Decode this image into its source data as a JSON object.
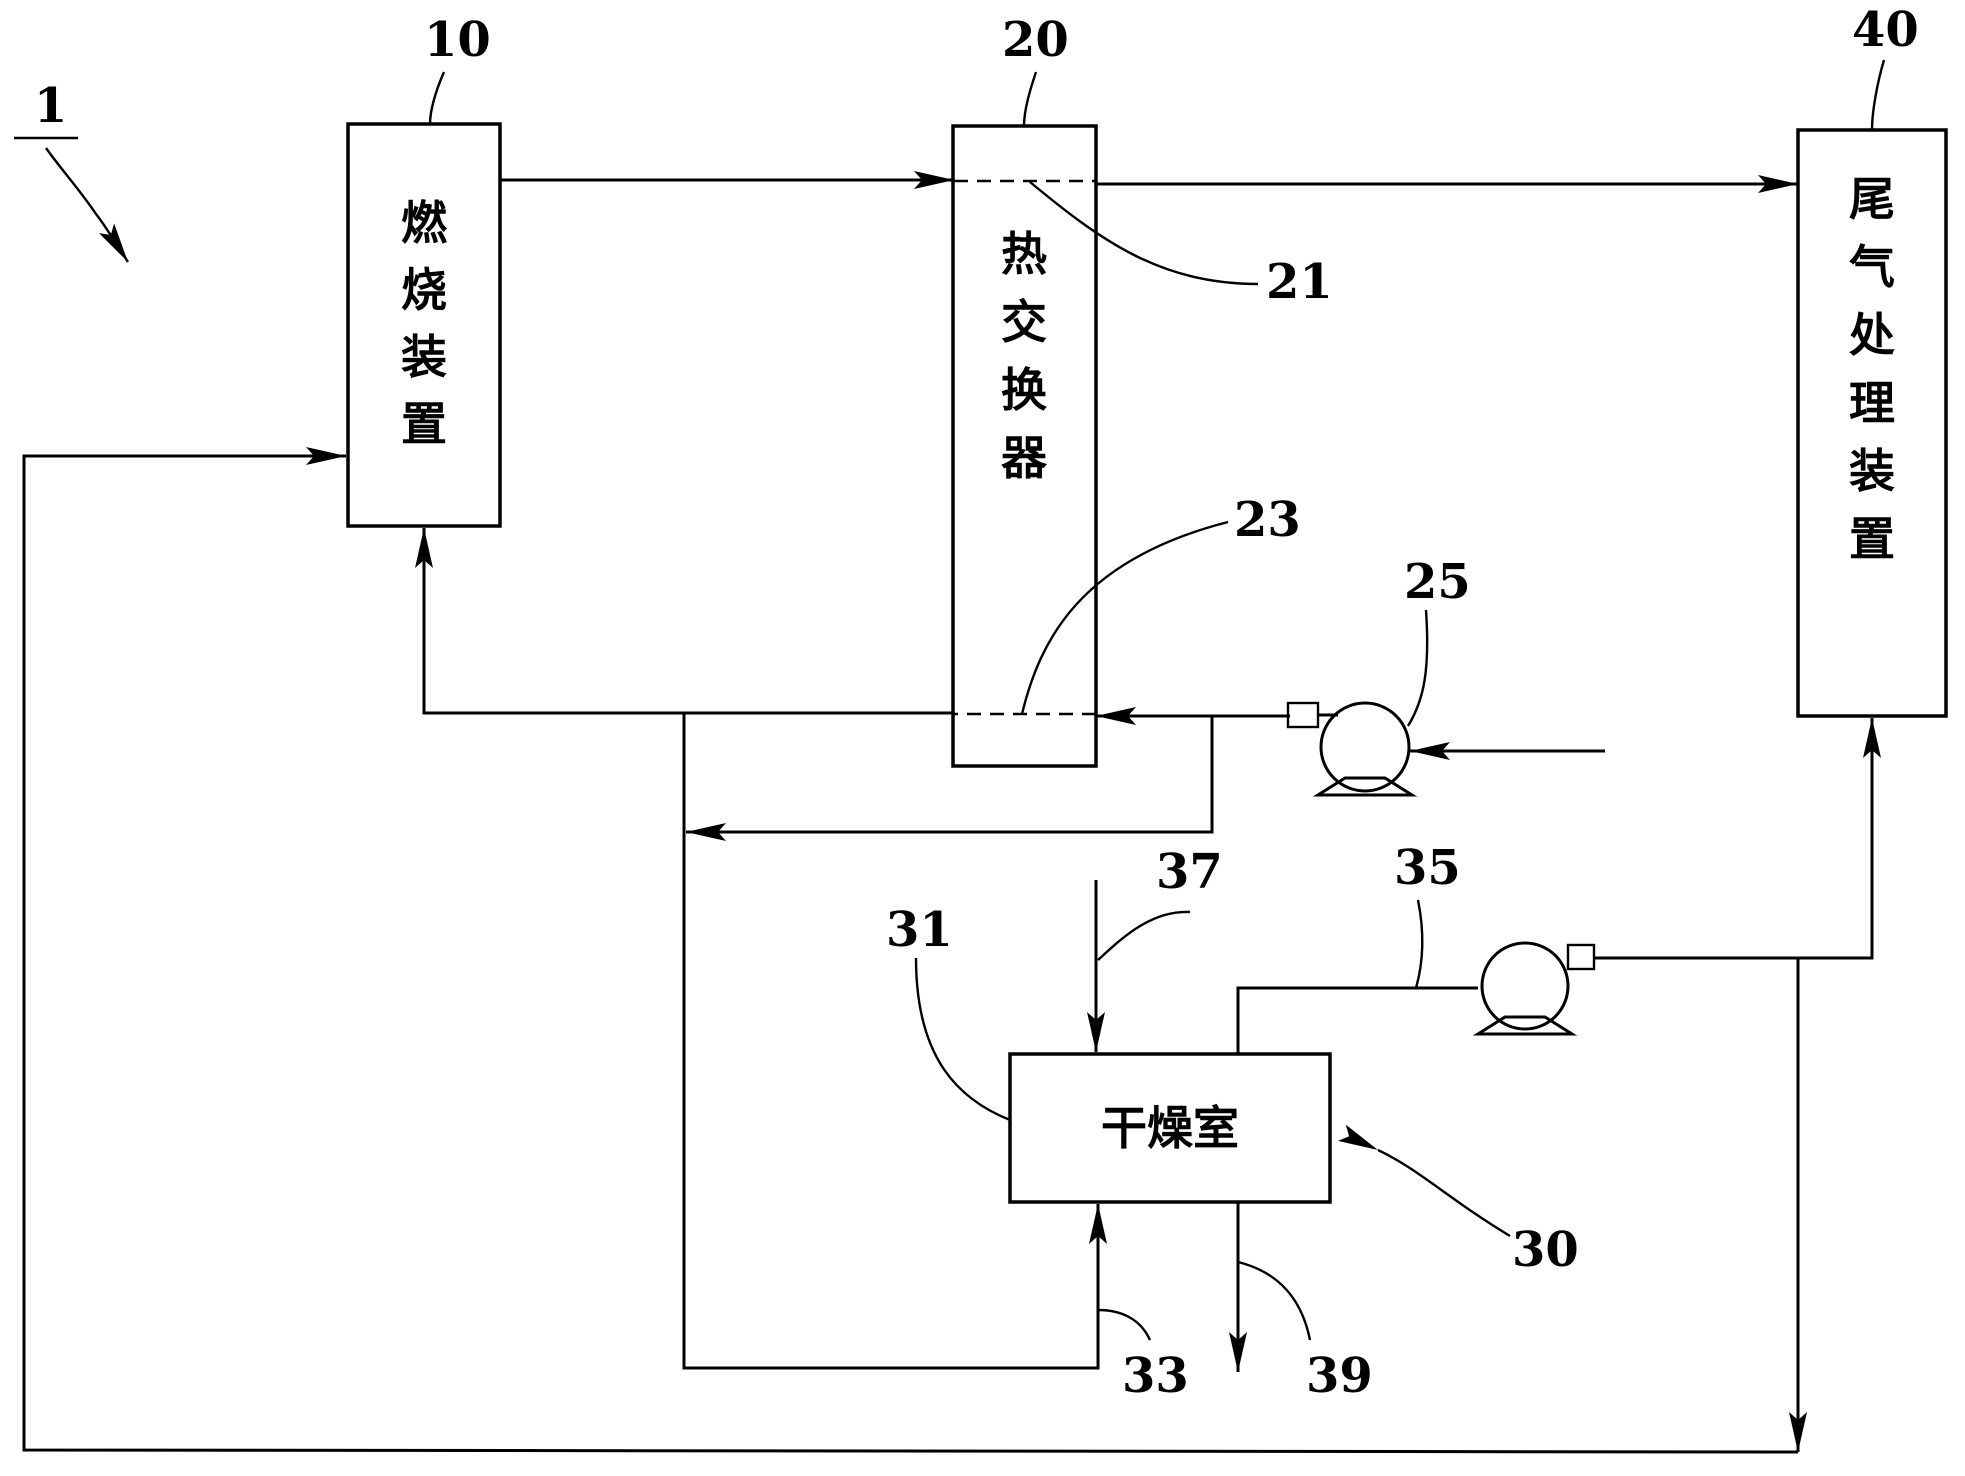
{
  "labels": {
    "system": "1",
    "combustion": "10",
    "exchanger": "20",
    "tail": "40",
    "hx_channel_top": "21",
    "hx_channel_bottom": "23",
    "blower_inlet": "25",
    "drying_unit": "30",
    "drying_room_ref": "31",
    "hot_air_in": "33",
    "exhaust_line": "35",
    "material_in": "37",
    "material_out": "39"
  },
  "blocks": {
    "combustion_chars": [
      "燃",
      "烧",
      "装",
      "置"
    ],
    "exchanger_chars": [
      "热",
      "交",
      "换",
      "器"
    ],
    "tail_chars": [
      "尾",
      "气",
      "处",
      "理",
      "装",
      "置"
    ],
    "drying_room": "干燥室"
  }
}
